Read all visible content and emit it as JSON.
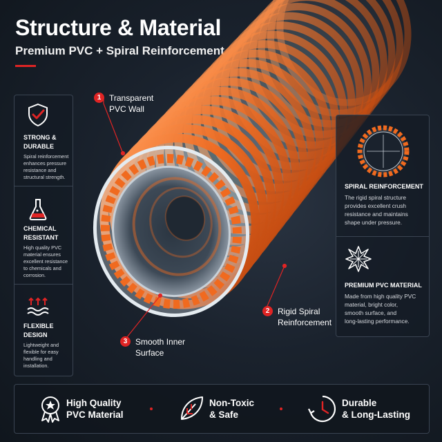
{
  "header": {
    "title": "Structure & Material",
    "subtitle": "Premium PVC + Spiral Reinforcement"
  },
  "left_features": [
    {
      "icon": "shield-check-icon",
      "title_line1": "STRONG &",
      "title_line2": "DURABLE",
      "desc": [
        "Spiral reinforcement",
        "enhances pressure",
        "resistance and",
        "structural strength."
      ]
    },
    {
      "icon": "flask-icon",
      "title_line1": "CHEMICAL",
      "title_line2": "RESISTANT",
      "desc": [
        "High quality PVC",
        "material ensures",
        "excellent resistance",
        "to chemicals and",
        "corrosion."
      ]
    },
    {
      "icon": "waves-arrows-icon",
      "title_line1": "FLEXIBLE",
      "title_line2": "DESIGN",
      "desc": [
        "Lightweight and",
        "flexible for easy",
        "handling and",
        "installation."
      ]
    }
  ],
  "right_features": [
    {
      "icon": "spiral-cross-section-icon",
      "title": "SPIRAL REINFORCEMENT",
      "desc": [
        "The rigid spiral structure",
        "provides excellent crush",
        "resistance and maintains",
        "shape under pressure."
      ]
    },
    {
      "icon": "star-pattern-icon",
      "title": "PREMIUM PVC MATERIAL",
      "desc": [
        "Made from high quality PVC",
        "material, bright color,",
        "smooth surface, and",
        "long-lasting performance."
      ]
    }
  ],
  "callouts": [
    {
      "number": "1",
      "line1": "Transparent",
      "line2": "PVC Wall"
    },
    {
      "number": "2",
      "line1": "Rigid Spiral",
      "line2": "Reinforcement"
    },
    {
      "number": "3",
      "line1": "Smooth Inner",
      "line2": "Surface"
    }
  ],
  "bottom_items": [
    {
      "icon": "medal-icon",
      "line1": "High Quality",
      "line2": "PVC Material"
    },
    {
      "icon": "leaf-icon",
      "line1": "Non-Toxic",
      "line2": "& Safe"
    },
    {
      "icon": "clock-icon",
      "line1": "Durable",
      "line2": "& Long-Lasting"
    }
  ],
  "colors": {
    "accent": "#e02424",
    "hose_orange": "#f06a1f",
    "background": "#1a222d"
  }
}
